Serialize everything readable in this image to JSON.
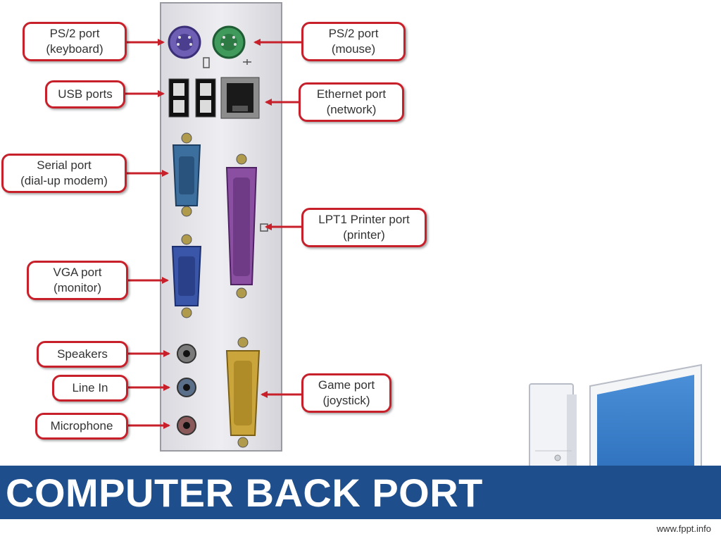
{
  "colors": {
    "label_border": "#c8202a",
    "arrow": "#c8202a",
    "footer_band": "#1f4e8c",
    "ps2_keyboard": "#6e5fb4",
    "ps2_mouse": "#3f9a5c",
    "serial": "#3d6f9e",
    "vga": "#3a56a8",
    "lpt": "#8a4fa0",
    "game": "#c9a53c"
  },
  "labels": {
    "ps2_keyboard": {
      "line1": "PS/2 port",
      "line2": "(keyboard)"
    },
    "ps2_mouse": {
      "line1": "PS/2 port",
      "line2": "(mouse)"
    },
    "usb": {
      "line1": "USB ports"
    },
    "ethernet": {
      "line1": "Ethernet port",
      "line2": "(network)"
    },
    "serial": {
      "line1": "Serial port",
      "line2": "(dial-up modem)"
    },
    "lpt1": {
      "line1": "LPT1 Printer port",
      "line2": "(printer)"
    },
    "vga": {
      "line1": "VGA port",
      "line2": "(monitor)"
    },
    "speakers": {
      "line1": "Speakers"
    },
    "line_in": {
      "line1": "Line In"
    },
    "microphone": {
      "line1": "Microphone"
    },
    "game": {
      "line1": "Game port",
      "line2": "(joystick)"
    }
  },
  "footer": {
    "title": "COMPUTER BACK PORT",
    "url": "www.fppt.info"
  }
}
